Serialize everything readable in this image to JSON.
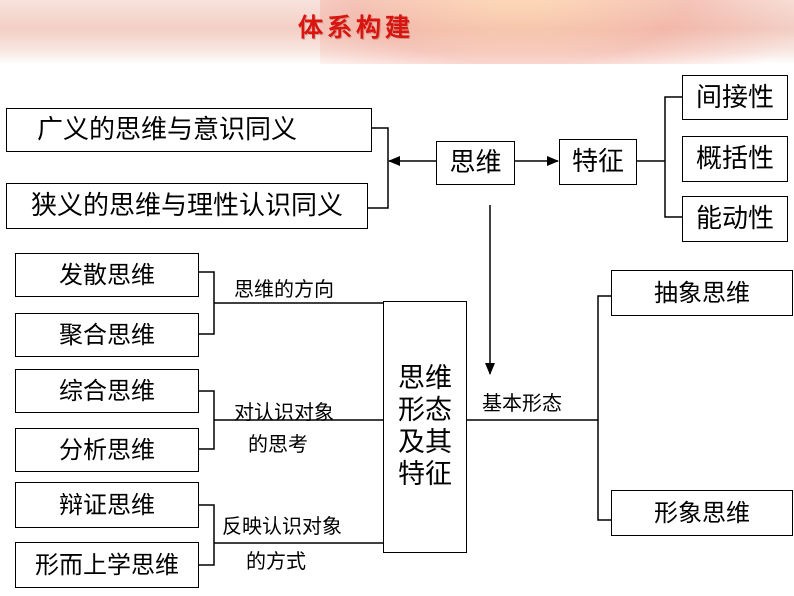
{
  "header": {
    "title": "体系构建"
  },
  "top": {
    "broad": "广义的思维与意识同义",
    "narrow": "狭义的思维与理性认识同义",
    "thinking": "思维",
    "features": "特征",
    "indirect": "间接性",
    "general": "概括性",
    "active": "能动性"
  },
  "left": {
    "divergent": "发散思维",
    "convergent": "聚合思维",
    "synthetic": "综合思维",
    "analytic": "分析思维",
    "dialectical": "辩证思维",
    "metaphysical": "形而上学思维",
    "direction_label": "思维的方向",
    "object_label_1": "对认识对象",
    "object_label_2": "的思考",
    "reflect_label_1": "反映认识对象",
    "reflect_label_2": "的方式"
  },
  "center": {
    "line1": "思维",
    "line2": "形态",
    "line3": "及其",
    "line4": "特征",
    "basic_forms": "基本形态"
  },
  "right": {
    "abstract": "抽象思维",
    "imagery": "形象思维"
  }
}
